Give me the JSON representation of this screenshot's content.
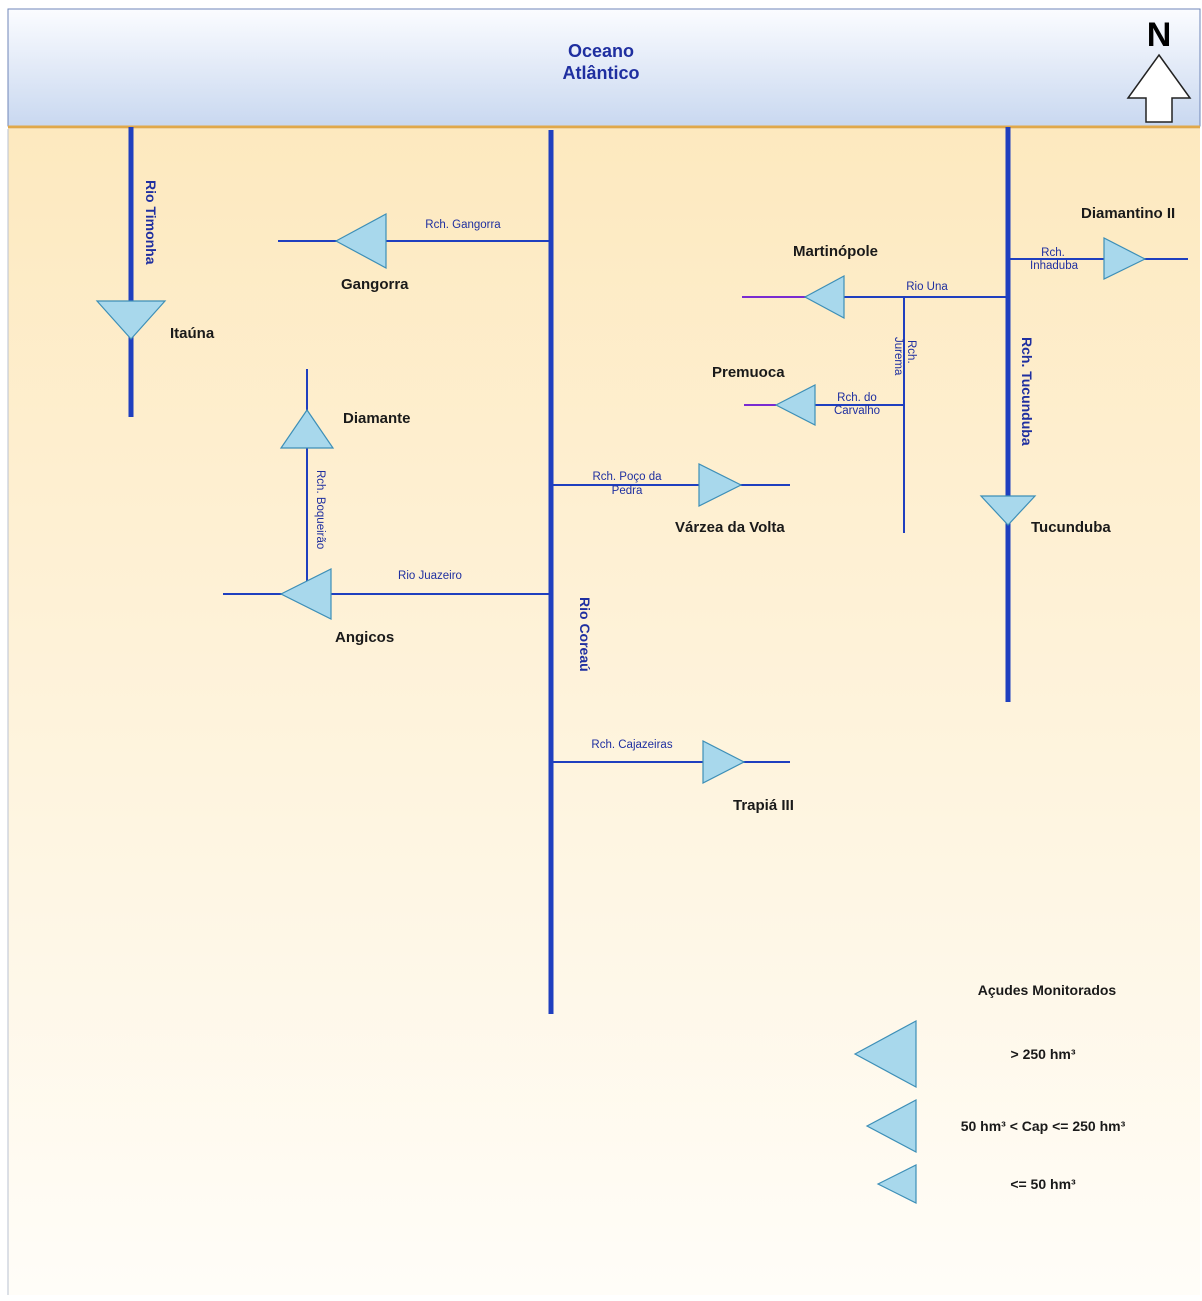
{
  "ocean": {
    "line1": "Oceano",
    "line2": "Atlântico"
  },
  "north": {
    "label": "N"
  },
  "colors": {
    "river": "#1f3fbf",
    "reservoir_fill": "#a8d8ec",
    "reservoir_stroke": "#3d8fb7",
    "outflow": "#7a2bd1"
  },
  "rivers": {
    "timonha": "Rio Timonha",
    "coreau": "Rio Coreaú",
    "tucunduba": "Rch. Tucunduba",
    "gangorra": "Rch. Gangorra",
    "inhaduba_1": "Rch.",
    "inhaduba_2": "Inhaduba",
    "una": "Rio Una",
    "jurema_1": "Rch.",
    "jurema_2": "Jurema",
    "carvalho_1": "Rch. do",
    "carvalho_2": "Carvalho",
    "poco_1": "Rch. Poço da",
    "poco_2": "Pedra",
    "boqueirao": "Rch. Boqueirão",
    "juazeiro": "Rio Juazeiro",
    "cajazeiras": "Rch. Cajazeiras"
  },
  "reservoirs": {
    "itauna": "Itaúna",
    "gangorra": "Gangorra",
    "diamante": "Diamante",
    "angicos": "Angicos",
    "varzea": "Várzea da Volta",
    "trapia": "Trapiá III",
    "martinopole": "Martinópole",
    "premuoca": "Premuoca",
    "diamantino": "Diamantino II",
    "tucunduba": "Tucunduba"
  },
  "legend": {
    "title": "Açudes Monitorados",
    "large": "> 250 hm³",
    "medium": "50 hm³ < Cap <= 250 hm³",
    "small": "<= 50 hm³"
  }
}
